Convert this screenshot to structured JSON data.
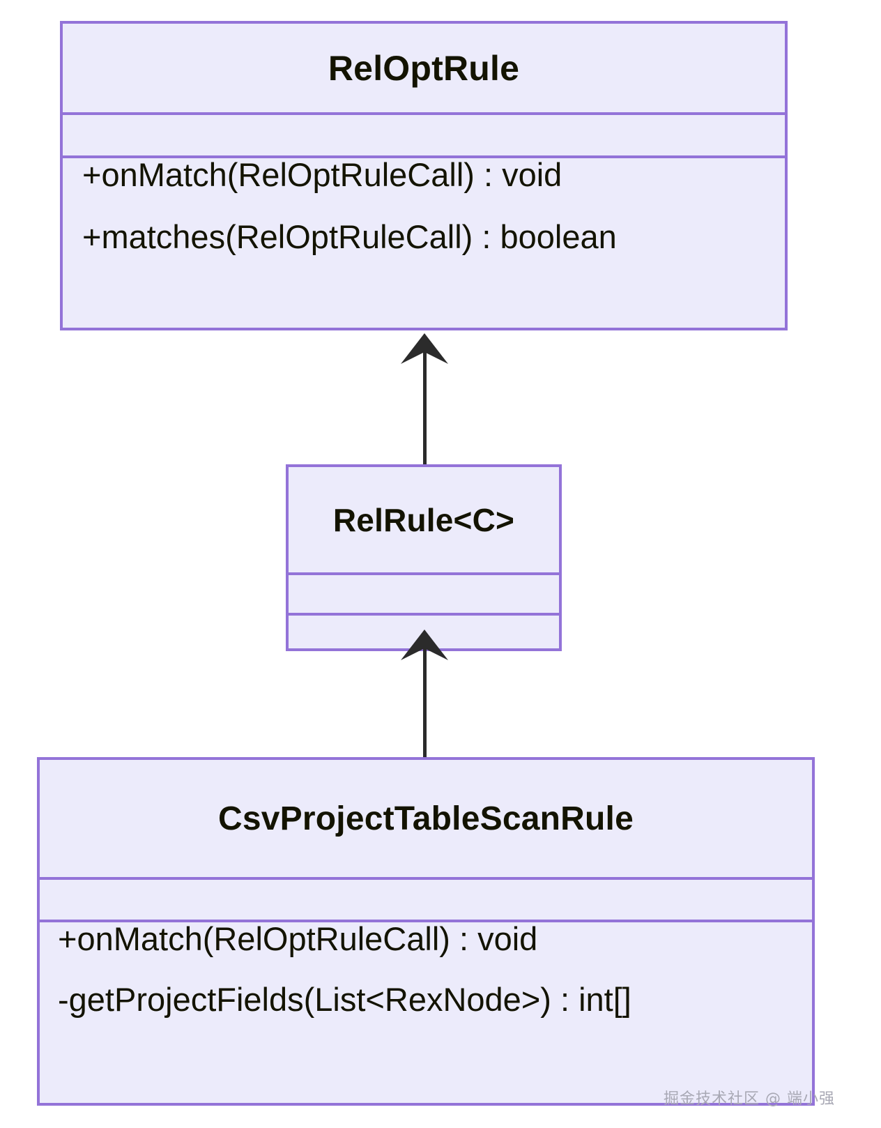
{
  "diagram": {
    "type": "uml-class-diagram",
    "background_color": "#ffffff",
    "class_fill_color": "#ECEBFB",
    "class_border_color": "#9373D8",
    "connector_color": "#2b2b2b",
    "classes": [
      {
        "id": "reloptrule",
        "name": "RelOptRule",
        "attributes": [],
        "methods": [
          "+onMatch(RelOptRuleCall) : void",
          "+matches(RelOptRuleCall) : boolean"
        ]
      },
      {
        "id": "relrule",
        "name": "RelRule<C>",
        "attributes": [],
        "methods": []
      },
      {
        "id": "csvrule",
        "name": "CsvProjectTableScanRule",
        "attributes": [],
        "methods": [
          "+onMatch(RelOptRuleCall) : void",
          "-getProjectFields(List<RexNode>) : int[]"
        ]
      }
    ],
    "relations": [
      {
        "from": "relrule",
        "to": "reloptrule",
        "kind": "inheritance"
      },
      {
        "from": "csvrule",
        "to": "relrule",
        "kind": "inheritance"
      }
    ]
  },
  "watermark": {
    "text": "掘金技术社区 @ 端小强"
  }
}
